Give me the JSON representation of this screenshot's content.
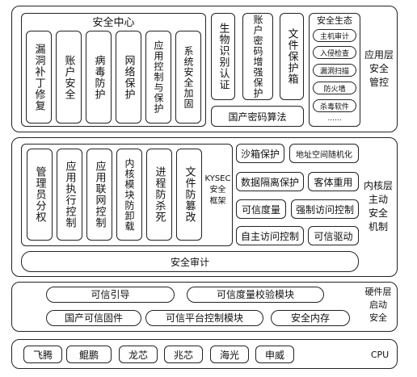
{
  "app_layer": {
    "title": "应用层\n安全\n管控",
    "security_center": {
      "title": "安全中心",
      "items": [
        "漏洞补丁修复",
        "账户安全",
        "病毒防护",
        "网络保护",
        "应用控制与保护",
        "系统安全加固"
      ]
    },
    "middle_items": [
      "生物识别认证",
      "账户密码增强保护",
      "文件保护箱"
    ],
    "crypto_label": "国产密码算法",
    "ecosystem": {
      "title": "安全生态",
      "items": [
        "主机审计",
        "入侵检查",
        "漏洞扫描",
        "防火墙",
        "杀毒软件"
      ],
      "more": "......"
    }
  },
  "kernel_layer": {
    "title": "内核层\n主动\n安全\n机制",
    "modules": [
      "管理员分权",
      "应用执行控制",
      "应用联网控制",
      "内核模块防卸载",
      "进程防杀死",
      "文件防篡改"
    ],
    "framework_label": "KYSEC\n安全\n框架",
    "right_items": {
      "sandbox": "沙箱保护",
      "aslr": "地址空间随机化",
      "data_isolation": "数据隔离保护",
      "object_reuse": "客体重用",
      "trust_measure": "可信度量",
      "mac": "强制访问控制",
      "dac": "自主访问控制",
      "trusted_driver": "可信驱动"
    },
    "audit": "安全审计"
  },
  "hardware_layer": {
    "title": "硬件层\n启动\n安全",
    "items": {
      "trusted_boot": "可信引导",
      "measure_verify": "可信度量校验模块",
      "firmware": "国产可信固件",
      "tpcm": "可信平台控制模块",
      "secure_memory": "安全内存"
    }
  },
  "cpu_layer": {
    "title": "CPU",
    "items": [
      "飞腾",
      "鲲鹏",
      "龙芯",
      "兆芯",
      "海光",
      "申威"
    ]
  }
}
